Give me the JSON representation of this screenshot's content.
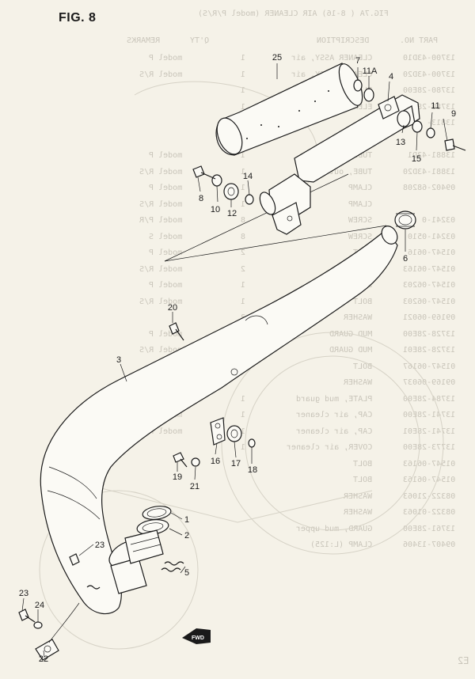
{
  "figure": {
    "title": "FIG. 8",
    "direction_badge": "FWD"
  },
  "bleed_through": {
    "header": "FIG.7A ( 8-16) AIR CLEANER (model P/R/S)",
    "columns": [
      "PART NO.",
      "DESCRIPTION",
      "Q'TY",
      "REMARKS"
    ],
    "rows": [
      [
        "13700-43D10",
        "CLEANER ASSY, air",
        "1",
        "model P"
      ],
      [
        "13700-43D20",
        "CLEANER ASSY, air",
        "1",
        "model R/S"
      ],
      [
        "13780-28E00",
        "ELEMENT ASSY",
        "1",
        ""
      ],
      [
        "13780-28E00",
        "ELEMENT, filter",
        "1",
        ""
      ],
      [
        "13813-",
        "",
        "",
        ""
      ],
      [
        "",
        "...",
        "",
        ""
      ],
      [
        "13881-43D1",
        "TUBE, outlet",
        "1",
        "model P"
      ],
      [
        "13881-43D20",
        "TUBE, outlet",
        "1",
        "model R/S"
      ],
      [
        "09402-68208",
        "CLAMP",
        "1",
        "model P"
      ],
      [
        "",
        "CLAMP",
        "1",
        "model R/S"
      ],
      [
        "03241-0",
        "SCREW",
        "8",
        "model P/R"
      ],
      [
        "03241-0510",
        "SCREW",
        "8",
        "model S"
      ],
      [
        "01547-0616",
        "BOLT",
        "2",
        "model P"
      ],
      [
        "01547-06163",
        "BOLT",
        "2",
        "model R/S"
      ],
      [
        "01547-06203",
        "BOLT",
        "1",
        "model P"
      ],
      [
        "01547-06203",
        "BOLT",
        "1",
        "model R/S"
      ],
      [
        "09169-06021",
        "WASHER",
        "3",
        ""
      ],
      [
        "13728-28E00",
        "MUD GUARD",
        "1",
        "model P"
      ],
      [
        "13728-28E01",
        "MUD GUARD",
        "1",
        "model R/S"
      ],
      [
        "01547-06167",
        "BOLT",
        "",
        ""
      ],
      [
        "09169-06037",
        "WASHER",
        "",
        ""
      ],
      [
        "13784-28E00",
        "PLATE, mud guard",
        "1",
        ""
      ],
      [
        "13741-28E00",
        "CAP, air cleaner",
        "1",
        "model P"
      ],
      [
        "13741-28E01",
        "CAP, air cleaner",
        "1",
        "model R/S"
      ],
      [
        "13773-28E00",
        "COVER, air cleaner",
        "1",
        ""
      ],
      [
        "01547-06163",
        "BOLT",
        "",
        ""
      ],
      [
        "01547-06163",
        "BOLT",
        "",
        ""
      ],
      [
        "08322-21063",
        "WASHER",
        "",
        ""
      ],
      [
        "08322-01063",
        "WASHER",
        "",
        ""
      ],
      [
        "13761-28E00",
        "GUARD, mud upper",
        "",
        ""
      ],
      [
        "09407-13406",
        "CLAMP (L:125)",
        "",
        ""
      ]
    ],
    "page_num": "E2"
  },
  "callouts": {
    "c1": "1",
    "c2": "2",
    "c3": "3",
    "c4": "4",
    "c5": "5",
    "c6": "6",
    "c7": "7",
    "c8": "8",
    "c9": "9",
    "c10": "10",
    "c11": "11",
    "c11a": "11A",
    "c12": "12",
    "c13": "13",
    "c14": "14",
    "c15": "15",
    "c16": "16",
    "c17": "17",
    "c18": "18",
    "c19": "19",
    "c20": "20",
    "c21": "21",
    "c22": "22",
    "c23a": "23",
    "c23b": "23",
    "c24": "24",
    "c25": "25"
  }
}
